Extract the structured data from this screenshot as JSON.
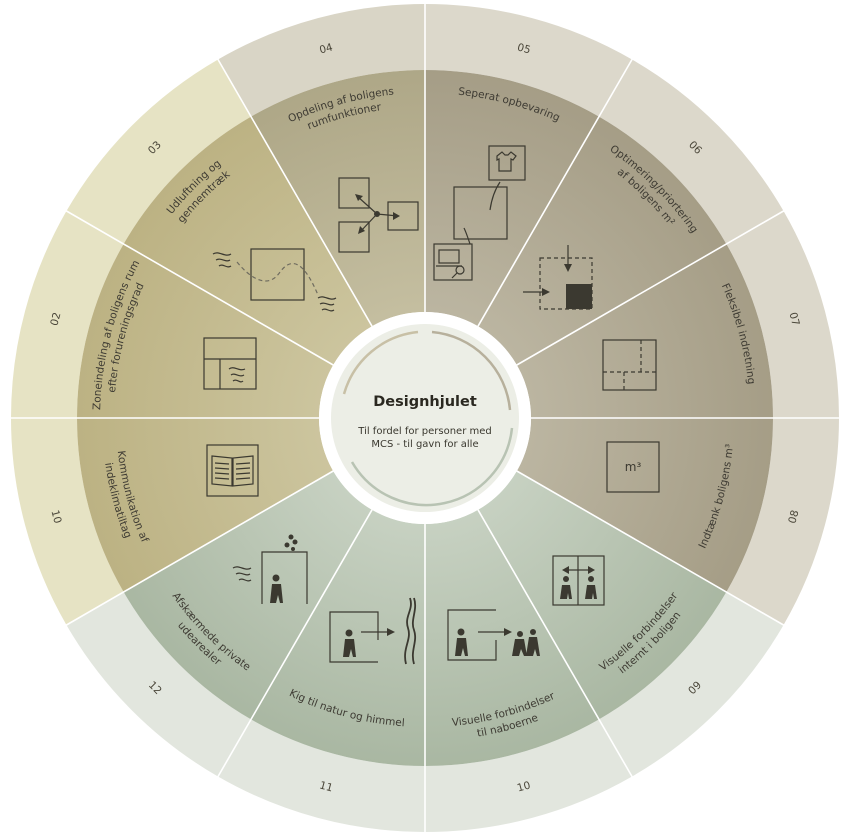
{
  "center": {
    "title": "Designhjulet",
    "subtitle_line1": "Til fordel for personer med",
    "subtitle_line2": "MCS - til gavn for alle"
  },
  "segments": [
    {
      "number": "05",
      "lines": [
        "Seperat opbevaring"
      ],
      "icon": "storage-icon"
    },
    {
      "number": "06",
      "lines": [
        "Optimering/priortering",
        "af boligens m²"
      ],
      "icon": "optimize-space-icon"
    },
    {
      "number": "07",
      "lines": [
        "Fleksibel indretning"
      ],
      "icon": "flexible-layout-icon"
    },
    {
      "number": "08",
      "lines": [
        "Indtænk boligens m³"
      ],
      "icon": "volume-m3-icon"
    },
    {
      "number": "09",
      "lines": [
        "Visuelle forbindelser",
        "internt i boligen"
      ],
      "icon": "internal-visual-icon"
    },
    {
      "number": "10",
      "lines": [
        "Visuelle forbindelser",
        "til naboerne"
      ],
      "icon": "neighbour-visual-icon"
    },
    {
      "number": "11",
      "lines": [
        "Kig til natur og himmel"
      ],
      "icon": "nature-view-icon"
    },
    {
      "number": "12",
      "lines": [
        "Afskærmede private",
        "udearealer"
      ],
      "icon": "private-outdoor-icon"
    },
    {
      "number": "10",
      "lines": [
        "Kommunikation af",
        "indeklimatiltag"
      ],
      "icon": "book-icon"
    },
    {
      "number": "02",
      "lines": [
        "Zoneindeling af boligens rum",
        "efter forureningsgrad"
      ],
      "icon": "zoning-icon"
    },
    {
      "number": "03",
      "lines": [
        "Udluftning og",
        "gennemtræk"
      ],
      "icon": "ventilation-icon"
    },
    {
      "number": "04",
      "lines": [
        "Opdeling af boligens",
        "rumfunktioner"
      ],
      "icon": "room-division-icon"
    }
  ],
  "icon_texts": {
    "volume_label": "m³"
  },
  "colors": {
    "ring_tan": "#d9d5c6",
    "ring_gold": "#e2dfbf",
    "ring_green": "#dfe4db",
    "inner_tan": "#a9a18a",
    "inner_gold": "#c2b88a",
    "inner_green": "#b8c5b2",
    "center_fill": "#eceee6",
    "divider": "#ffffff"
  }
}
